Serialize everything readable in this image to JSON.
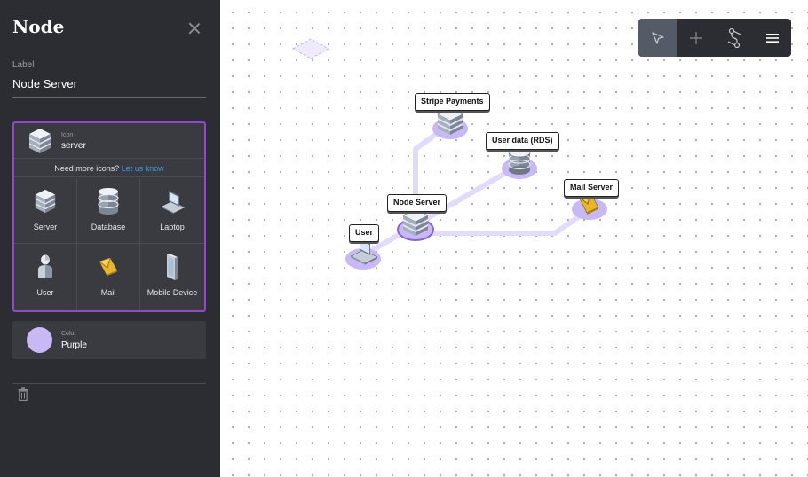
{
  "panel": {
    "title": "Node",
    "label_caption": "Label",
    "label_value": "Node Server"
  },
  "icon_picker": {
    "selected_caption": "Icon",
    "selected_value": "server",
    "more_text": "Need more icons?",
    "more_link": "Let us know",
    "options": [
      {
        "label": "Server",
        "icon": "server-icon"
      },
      {
        "label": "Database",
        "icon": "database-icon"
      },
      {
        "label": "Laptop",
        "icon": "laptop-icon"
      },
      {
        "label": "User",
        "icon": "user-icon"
      },
      {
        "label": "Mail",
        "icon": "mail-icon"
      },
      {
        "label": "Mobile Device",
        "icon": "mobile-device-icon"
      }
    ]
  },
  "color": {
    "caption": "Color",
    "value": "Purple",
    "swatch_hex": "#c9b8f6"
  },
  "diagram": {
    "nodes": [
      {
        "label": "Stripe Payments",
        "icon": "server-icon"
      },
      {
        "label": "User data (RDS)",
        "icon": "database-icon"
      },
      {
        "label": "Mail Server",
        "icon": "mail-icon"
      },
      {
        "label": "Node Server",
        "icon": "server-icon",
        "selected": true
      },
      {
        "label": "User",
        "icon": "laptop-icon"
      }
    ],
    "connection_color": "#e2dbfb",
    "node_base_color": "#c9b8f6",
    "selected_ring_color": "#8a63d2"
  },
  "toolbar": {
    "tools": [
      "select-tool",
      "add-tool",
      "connect-tool",
      "menu"
    ],
    "active": "select-tool"
  }
}
